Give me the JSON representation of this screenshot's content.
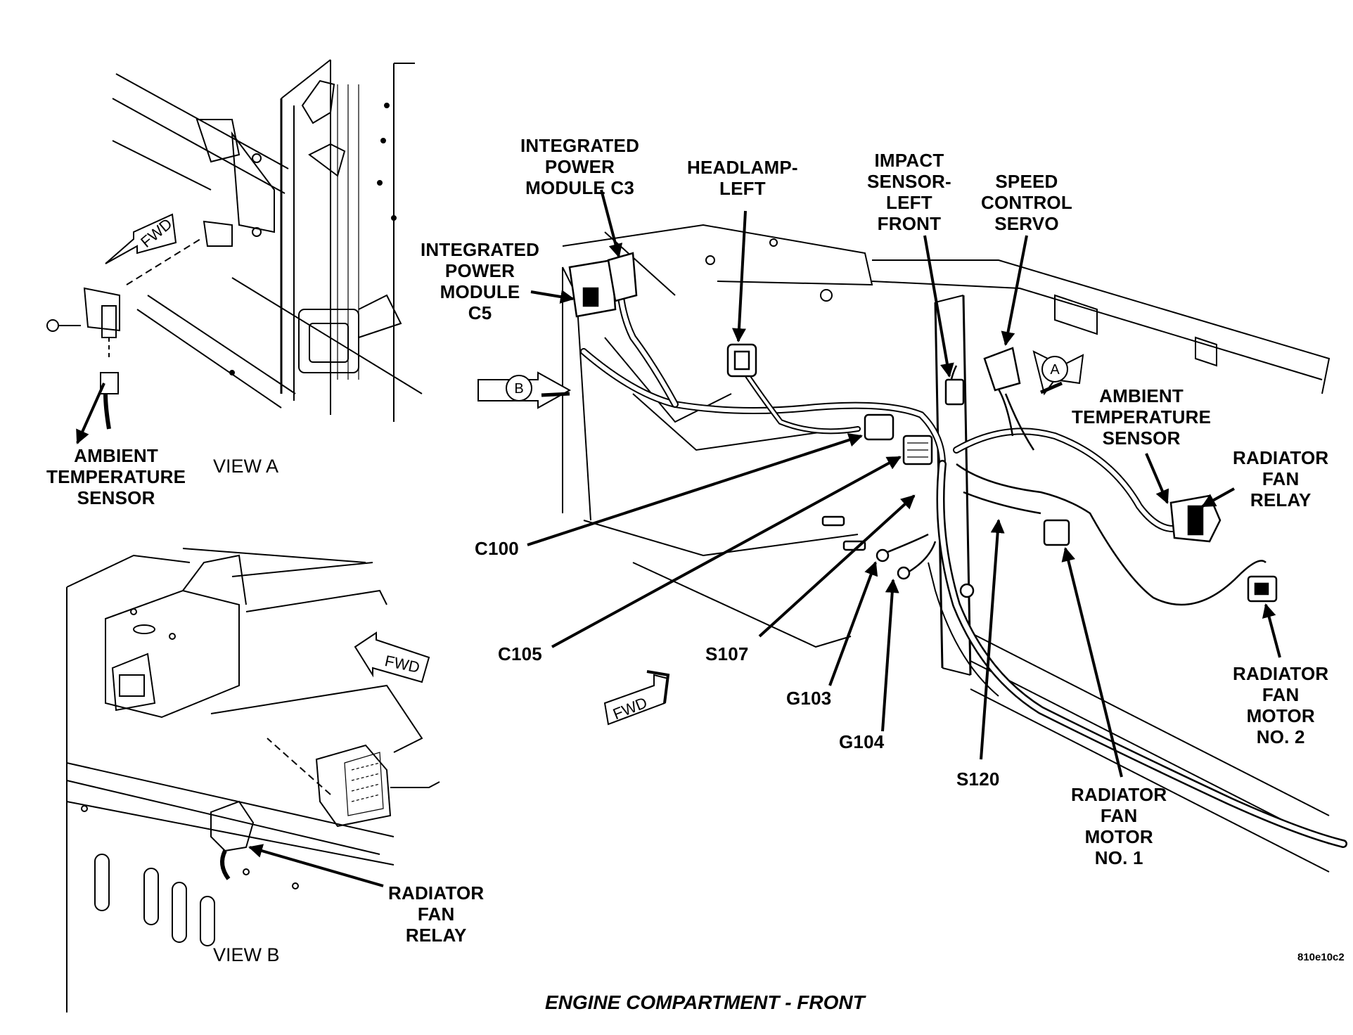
{
  "figure": {
    "caption": "ENGINE COMPARTMENT - FRONT",
    "code": "810e10c2",
    "view_a": "VIEW A",
    "view_b": "VIEW B",
    "fwd": "FWD",
    "callout_a": "A",
    "callout_b": "B"
  },
  "labels": {
    "ambient_view_a": [
      "AMBIENT",
      "TEMPERATURE",
      "SENSOR"
    ],
    "radiator_relay_view_b": [
      "RADIATOR",
      "FAN",
      "RELAY"
    ],
    "ipm_c3": [
      "INTEGRATED",
      "POWER",
      "MODULE C3"
    ],
    "ipm_c5": [
      "INTEGRATED",
      "POWER",
      "MODULE",
      "C5"
    ],
    "headlamp_left": [
      "HEADLAMP-",
      "LEFT"
    ],
    "impact_sensor": [
      "IMPACT",
      "SENSOR-",
      "LEFT",
      "FRONT"
    ],
    "speed_control": [
      "SPEED",
      "CONTROL",
      "SERVO"
    ],
    "ambient_main": [
      "AMBIENT",
      "TEMPERATURE",
      "SENSOR"
    ],
    "radiator_relay_main": [
      "RADIATOR",
      "FAN",
      "RELAY"
    ],
    "fan_motor_2": [
      "RADIATOR",
      "FAN",
      "MOTOR",
      "NO. 2"
    ],
    "fan_motor_1": [
      "RADIATOR",
      "FAN",
      "MOTOR",
      "NO. 1"
    ],
    "c100": "C100",
    "c105": "C105",
    "s107": "S107",
    "g103": "G103",
    "g104": "G104",
    "s120": "S120"
  }
}
